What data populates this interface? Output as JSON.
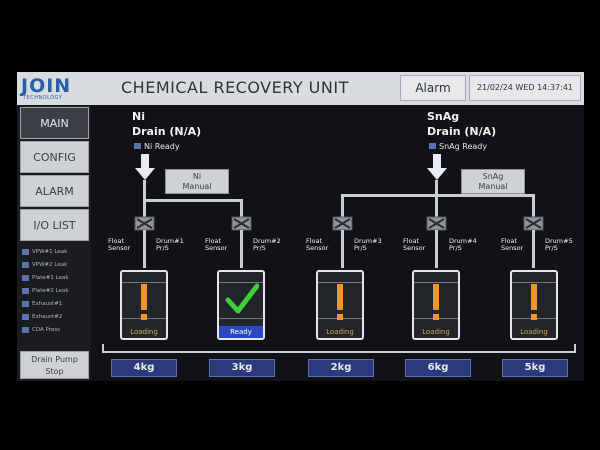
{
  "header": {
    "logo_text": "JOIN",
    "logo_sub": "TECHNOLOGY",
    "title": "CHEMICAL RECOVERY UNIT",
    "alarm_label": "Alarm",
    "datetime": "21/02/24 WED  14:37:41"
  },
  "sidebar": {
    "nav": [
      {
        "label": "MAIN",
        "active": true
      },
      {
        "label": "CONFIG"
      },
      {
        "label": "ALARM"
      },
      {
        "label": "I/O LIST"
      }
    ],
    "status": [
      "VPW#1 Leak",
      "VPW#2 Leak",
      "Plate#1 Leak",
      "Plate#2 Leak",
      "Exhaust#1",
      "Exhaust#2",
      "CDA Press"
    ],
    "drain_stop": [
      "Drain Pump",
      "Stop"
    ]
  },
  "groups": [
    {
      "name": "Ni",
      "drain": "Drain (N/A)",
      "ready": "Ni Ready",
      "manual": [
        "Ni",
        "Manual"
      ]
    },
    {
      "name": "SnAg",
      "drain": "Drain (N/A)",
      "ready": "SnAg Ready",
      "manual": [
        "SnAg",
        "Manual"
      ]
    }
  ],
  "drums": [
    {
      "float": [
        "Float",
        "Sensor"
      ],
      "drum": [
        "Drum#1",
        "Pr/S"
      ],
      "status": "Loading",
      "weight": "4kg",
      "state": "warning"
    },
    {
      "float": [
        "Float",
        "Sensor"
      ],
      "drum": [
        "Drum#2",
        "Pr/S"
      ],
      "status": "Ready",
      "weight": "3kg",
      "state": "ready"
    },
    {
      "float": [
        "Float",
        "Sensor"
      ],
      "drum": [
        "Drum#3",
        "Pr/S"
      ],
      "status": "Loading",
      "weight": "2kg",
      "state": "warning"
    },
    {
      "float": [
        "Float",
        "Sensor"
      ],
      "drum": [
        "Drum#4",
        "Pr/S"
      ],
      "status": "Loading",
      "weight": "6kg",
      "state": "warning"
    },
    {
      "float": [
        "Float",
        "Sensor"
      ],
      "drum": [
        "Drum#5",
        "Pr/S"
      ],
      "status": "Loading",
      "weight": "5kg",
      "state": "warning"
    }
  ],
  "colors": {
    "warning": "#f0962a",
    "ready_check": "#3fcf3a",
    "ready_badge": "#2b48c6",
    "accent_blue": "#2a5fa8"
  },
  "icons": {
    "warning": "exclamation-icon",
    "ready": "checkmark-icon",
    "valve": "valve-icon",
    "inlet": "down-arrow-icon"
  }
}
